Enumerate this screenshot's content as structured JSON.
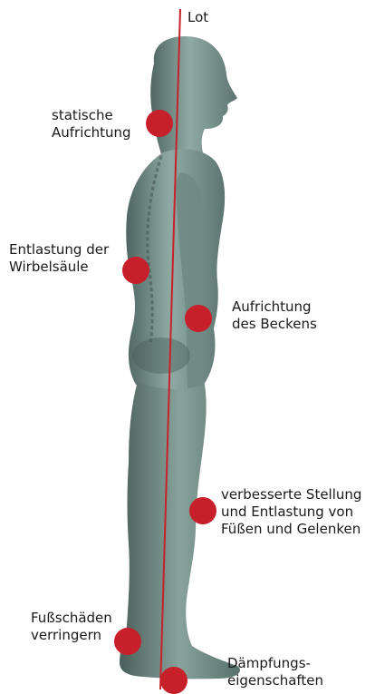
{
  "plumb_line": {
    "label": "Lot",
    "color": "#c8202a"
  },
  "points": [
    {
      "id": "neck",
      "lines": [
        "statische",
        "Aufrichtung"
      ]
    },
    {
      "id": "spine",
      "lines": [
        "Entlastung der",
        "Wirbelsäule"
      ]
    },
    {
      "id": "pelvis",
      "lines": [
        "Aufrichtung",
        "des Beckens"
      ]
    },
    {
      "id": "knee",
      "lines": [
        "verbesserte Stellung",
        "und Entlastung von",
        "Füßen und Gelenken"
      ]
    },
    {
      "id": "heel",
      "lines": [
        "Fußschäden",
        "verringern"
      ]
    },
    {
      "id": "foot",
      "lines": [
        "Dämpfungs-",
        "eigenschaften"
      ]
    }
  ],
  "colors": {
    "marker": "#c8202a",
    "body": "#7c9791",
    "body_dark": "#4f6661",
    "text": "#1a1a1a"
  }
}
